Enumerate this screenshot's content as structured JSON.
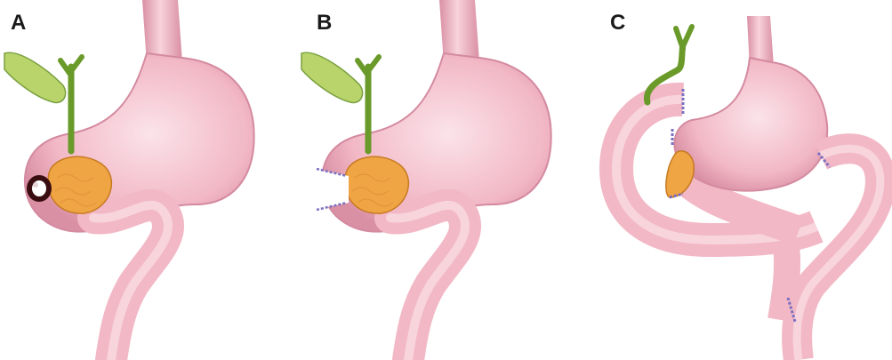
{
  "panels": [
    {
      "label": "A"
    },
    {
      "label": "B"
    },
    {
      "label": "C"
    }
  ],
  "colors": {
    "tissue": "#f2b8c6",
    "tissue_dark": "#d98fa4",
    "tissue_light": "#fbe0e7",
    "bile_duct": "#6a9a2a",
    "gallbladder": "#b8d46a",
    "pancreas": "#f0a545",
    "suture": "#7b6fc2",
    "tumor": "#3a0d10"
  },
  "icons": [
    "gallbladder",
    "bile-duct",
    "stomach",
    "duodenum",
    "pancreas",
    "tumor",
    "suture-line",
    "jejunal-loop"
  ]
}
